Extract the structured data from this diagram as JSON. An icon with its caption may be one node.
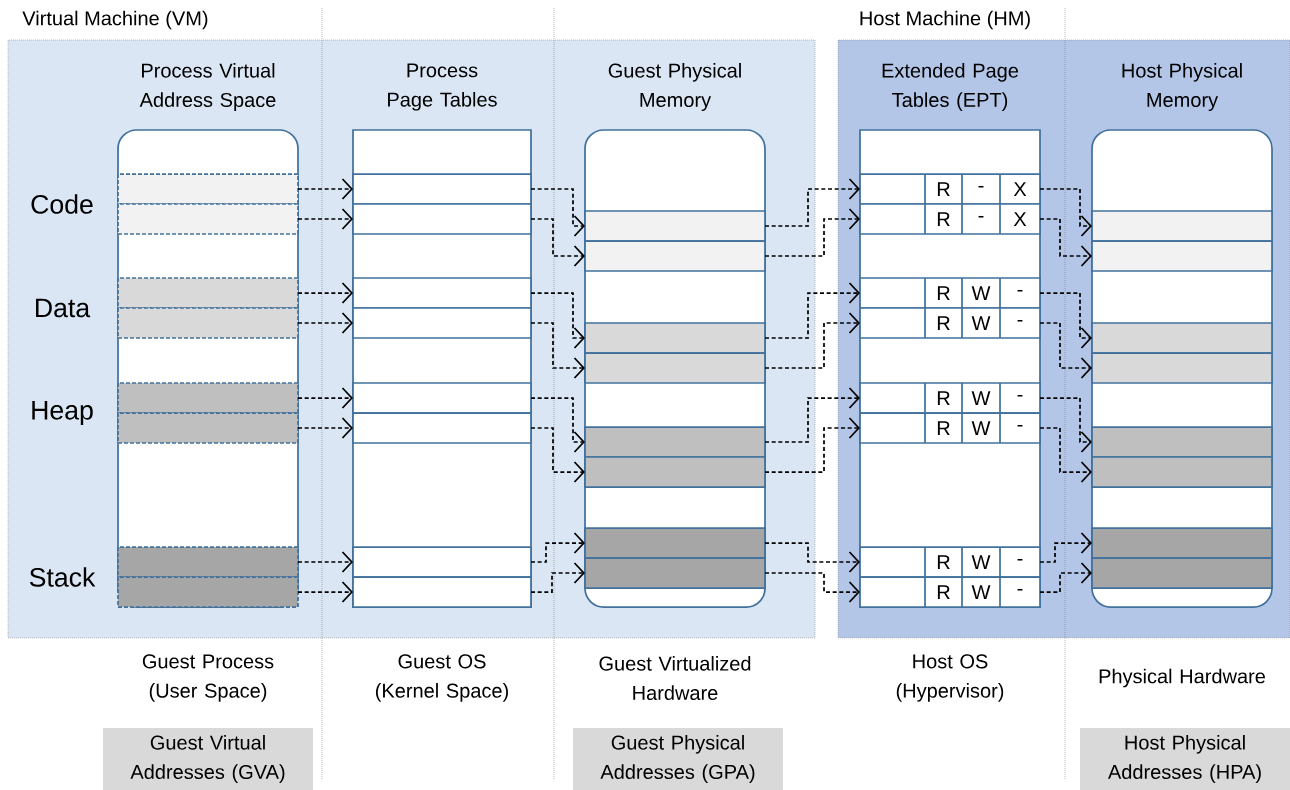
{
  "diagram": {
    "nodes": [
      {
        "text": [
          "Virtual Machine (VM)"
        ]
      },
      {
        "text": [
          "Host Machine (HM)"
        ]
      },
      {
        "text": [
          "Process Virtual Address Space"
        ],
        "in": 0
      },
      {
        "text": [
          "Process Page Tables"
        ],
        "in": 0
      },
      {
        "text": [
          "Guest Physical Memory"
        ],
        "in": 0
      },
      {
        "text": [
          "Extended Page Tables (EPT)"
        ],
        "in": 1
      },
      {
        "text": [
          "Host Physical Memory"
        ],
        "in": 1
      },
      {
        "text": [],
        "shape": "box",
        "in": 2
      },
      {
        "text": [],
        "shape": "box",
        "in": 2
      },
      {
        "text": [],
        "shape": "box",
        "in": 2
      },
      {
        "text": [],
        "shape": "box",
        "in": 2
      },
      {
        "text": [],
        "shape": "box",
        "in": 2
      },
      {
        "text": [],
        "shape": "box",
        "in": 2
      },
      {
        "text": [],
        "shape": "box",
        "in": 2
      },
      {
        "text": [],
        "shape": "box",
        "in": 2
      },
      {
        "text": [],
        "shape": "box",
        "in": 3
      },
      {
        "text": [],
        "shape": "box",
        "in": 3
      },
      {
        "text": [],
        "shape": "box",
        "in": 3
      },
      {
        "text": [],
        "shape": "box",
        "in": 3
      },
      {
        "text": [],
        "shape": "box",
        "in": 3
      },
      {
        "text": [],
        "shape": "box",
        "in": 3
      },
      {
        "text": [],
        "shape": "box",
        "in": 3
      },
      {
        "text": [],
        "shape": "box",
        "in": 3
      },
      {
        "text": [],
        "shape": "box",
        "in": 4
      },
      {
        "text": [],
        "shape": "box",
        "in": 4
      },
      {
        "text": [],
        "shape": "box",
        "in": 4
      },
      {
        "text": [],
        "shape": "box",
        "in": 4
      },
      {
        "text": [],
        "shape": "box",
        "in": 4
      },
      {
        "text": [],
        "shape": "box",
        "in": 4
      },
      {
        "text": [],
        "shape": "box",
        "in": 4
      },
      {
        "text": [],
        "shape": "box",
        "in": 4
      },
      {
        "text": [
          "R",
          "-",
          "X"
        ],
        "in": 5
      },
      {
        "text": [
          "R",
          "-",
          "X"
        ],
        "in": 5
      },
      {
        "text": [
          "R",
          "W",
          "-"
        ],
        "in": 5
      },
      {
        "text": [
          "R",
          "W",
          "-"
        ],
        "in": 5
      },
      {
        "text": [
          "R",
          "W",
          "-"
        ],
        "in": 5
      },
      {
        "text": [
          "R",
          "W",
          "-"
        ],
        "in": 5
      },
      {
        "text": [
          "R",
          "W",
          "-"
        ],
        "in": 5
      },
      {
        "text": [
          "R",
          "W",
          "-"
        ],
        "in": 5
      },
      {
        "text": [],
        "shape": "box",
        "in": 6
      },
      {
        "text": [],
        "shape": "box",
        "in": 6
      },
      {
        "text": [],
        "shape": "box",
        "in": 6
      },
      {
        "text": [],
        "shape": "box",
        "in": 6
      },
      {
        "text": [],
        "shape": "box",
        "in": 6
      },
      {
        "text": [],
        "shape": "box",
        "in": 6
      },
      {
        "text": [],
        "shape": "box",
        "in": 6
      },
      {
        "text": [],
        "shape": "box",
        "in": 6
      },
      {
        "text": [
          "Guest Virtual Addresses (GVA)"
        ]
      },
      {
        "text": [
          "Guest Physical Addresses (GPA)"
        ]
      },
      {
        "text": [
          "Host Physical Addresses (HPA)"
        ]
      }
    ],
    "edges": [
      {
        "from": 7,
        "to": 15,
        "arrow": "to",
        "style": "dashed"
      },
      {
        "from": 8,
        "to": 16,
        "arrow": "to",
        "style": "dashed"
      },
      {
        "from": 9,
        "to": 17,
        "arrow": "to",
        "style": "dashed"
      },
      {
        "from": 10,
        "to": 18,
        "arrow": "to",
        "style": "dashed"
      },
      {
        "from": 11,
        "to": 19,
        "arrow": "to",
        "style": "dashed"
      },
      {
        "from": 12,
        "to": 20,
        "arrow": "to",
        "style": "dashed"
      },
      {
        "from": 13,
        "to": 21,
        "arrow": "to",
        "style": "dashed"
      },
      {
        "from": 14,
        "to": 22,
        "arrow": "to",
        "style": "dashed"
      },
      {
        "from": 15,
        "to": 23,
        "arrow": "to",
        "style": "dashed"
      },
      {
        "from": 16,
        "to": 24,
        "arrow": "to",
        "style": "dashed"
      },
      {
        "from": 17,
        "to": 25,
        "arrow": "to",
        "style": "dashed"
      },
      {
        "from": 18,
        "to": 26,
        "arrow": "to",
        "style": "dashed"
      },
      {
        "from": 19,
        "to": 27,
        "arrow": "to",
        "style": "dashed"
      },
      {
        "from": 20,
        "to": 28,
        "arrow": "to",
        "style": "dashed"
      },
      {
        "from": 21,
        "to": 29,
        "arrow": "to",
        "style": "dashed"
      },
      {
        "from": 22,
        "to": 30,
        "arrow": "to",
        "style": "dashed"
      },
      {
        "from": 23,
        "to": 31,
        "arrow": "to",
        "style": "dashed"
      },
      {
        "from": 24,
        "to": 32,
        "arrow": "to",
        "style": "dashed"
      },
      {
        "from": 25,
        "to": 33,
        "arrow": "to",
        "style": "dashed"
      },
      {
        "from": 26,
        "to": 34,
        "arrow": "to",
        "style": "dashed"
      },
      {
        "from": 27,
        "to": 35,
        "arrow": "to",
        "style": "dashed"
      },
      {
        "from": 28,
        "to": 36,
        "arrow": "to",
        "style": "dashed"
      },
      {
        "from": 29,
        "to": 37,
        "arrow": "to",
        "style": "dashed"
      },
      {
        "from": 30,
        "to": 38,
        "arrow": "to",
        "style": "dashed"
      },
      {
        "from": 31,
        "to": 39,
        "arrow": "to",
        "style": "dashed"
      },
      {
        "from": 32,
        "to": 40,
        "arrow": "to",
        "style": "dashed"
      },
      {
        "from": 33,
        "to": 41,
        "arrow": "to",
        "style": "dashed"
      },
      {
        "from": 34,
        "to": 42,
        "arrow": "to",
        "style": "dashed"
      },
      {
        "from": 35,
        "to": 43,
        "arrow": "to",
        "style": "dashed"
      },
      {
        "from": 36,
        "to": 44,
        "arrow": "to",
        "style": "dashed"
      },
      {
        "from": 37,
        "to": 45,
        "arrow": "to",
        "style": "dashed"
      },
      {
        "from": 38,
        "to": 46,
        "arrow": "to",
        "style": "dashed"
      }
    ],
    "labels": [
      "Code",
      "Data",
      "Heap",
      "Stack",
      "Guest Process (User Space)",
      "Guest OS (Kernel Space)",
      "Guest Virtualized Hardware",
      "Host OS (Hypervisor)",
      "Physical Hardware"
    ]
  }
}
